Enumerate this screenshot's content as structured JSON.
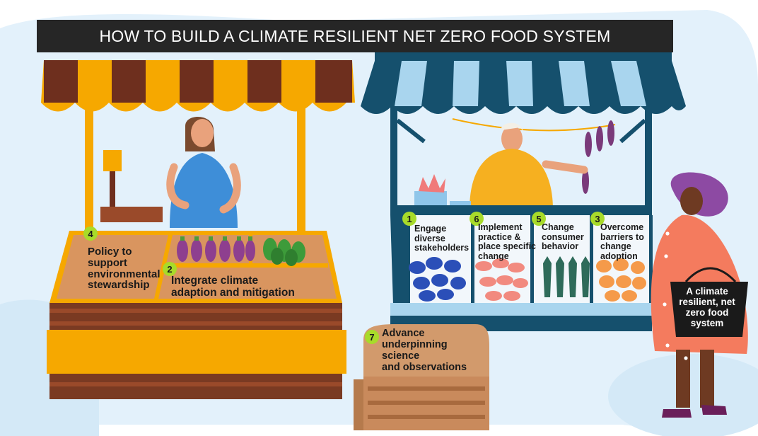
{
  "title": "HOW TO BUILD A CLIMATE RESILIENT NET ZERO FOOD SYSTEM",
  "steps": [
    {
      "number": "4",
      "text": "Policy to\nsupport\nenvironmental\nstewardship"
    },
    {
      "number": "2",
      "text": "Integrate climate\nadaption and mitigation"
    },
    {
      "number": "1",
      "text": "Engage\ndiverse\nstakeholders"
    },
    {
      "number": "6",
      "text": "Implement\npractice &\nplace specific\nchange"
    },
    {
      "number": "5",
      "text": "Change\nconsumer\nbehavior"
    },
    {
      "number": "3",
      "text": "Overcome\nbarriers to\nchange\nadoption"
    },
    {
      "number": "7",
      "text": "Advance\nunderpinning\nscience\nand observations"
    }
  ],
  "bag_label": "A climate\nresilient, net\nzero food\nsystem",
  "colors": {
    "title_bar": "#262626",
    "badge": "#a8db2a",
    "awning_orange": "#f6a800",
    "awning_brown": "#6e2f1e",
    "awning_navy": "#15506d",
    "awning_light_blue": "#a9d5ee",
    "counter_tan": "#d9955f",
    "crate_tan": "#d29a6c",
    "customer_coral": "#f47b5e",
    "background_blob": "#e3f1fb"
  },
  "icons": [
    "scale-icon",
    "eggplant-icon",
    "green-pepper-icon",
    "fish-icon",
    "shrimp-icon",
    "salmon-steak-icon",
    "hanging-fish-icon",
    "shopping-bag-icon"
  ]
}
